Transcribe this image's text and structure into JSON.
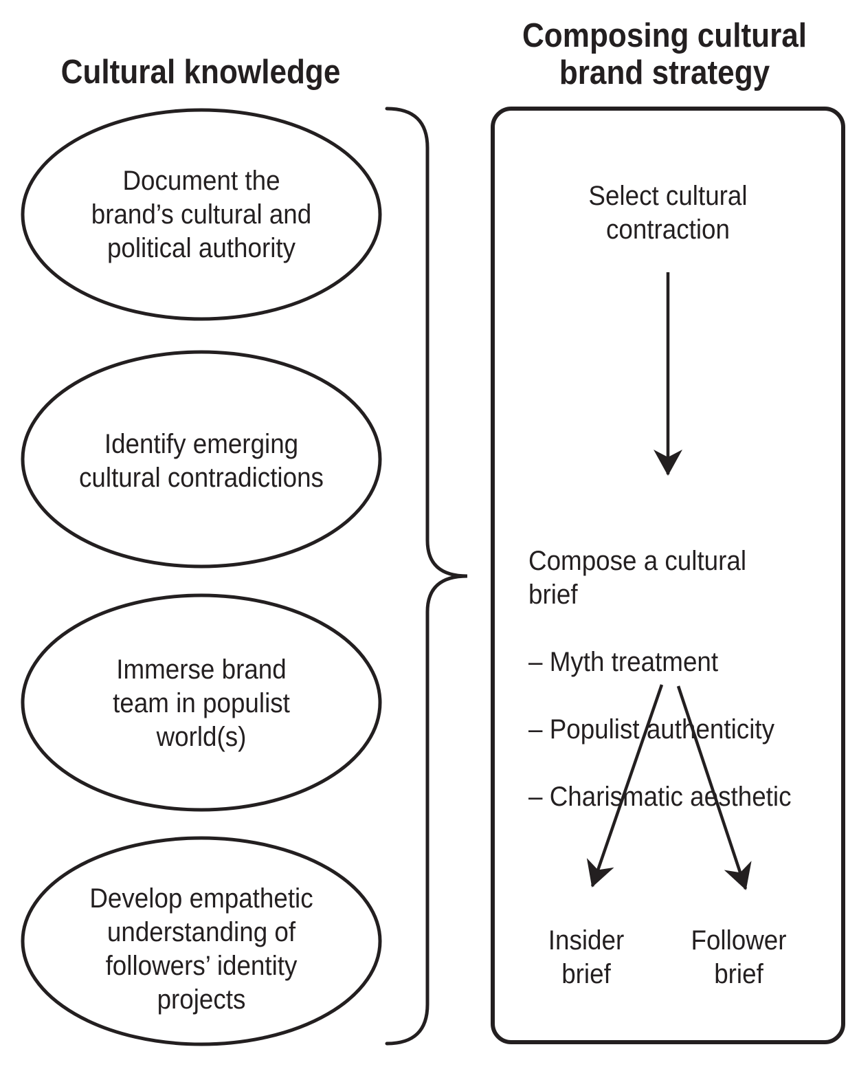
{
  "colors": {
    "ink": "#231f20",
    "background": "#ffffff"
  },
  "headers": {
    "left": "Cultural knowledge",
    "right": "Composing cultural\nbrand strategy"
  },
  "cultural_knowledge": {
    "steps": [
      "Document the\nbrand’s cultural and\npolitical authority",
      "Identify emerging\ncultural contradictions",
      "Immerse brand\nteam in populist\nworld(s)",
      "Develop empathetic\nunderstanding of\nfollowers’ identity\nprojects"
    ]
  },
  "brand_strategy": {
    "select_step": "Select cultural\ncontraction",
    "brief_title": "Compose a cultural brief",
    "brief_items": [
      "– Myth treatment",
      "– Populist authenticity",
      "– Charismatic aesthetic"
    ],
    "outputs": [
      "Insider\nbrief",
      "Follower\nbrief"
    ]
  }
}
